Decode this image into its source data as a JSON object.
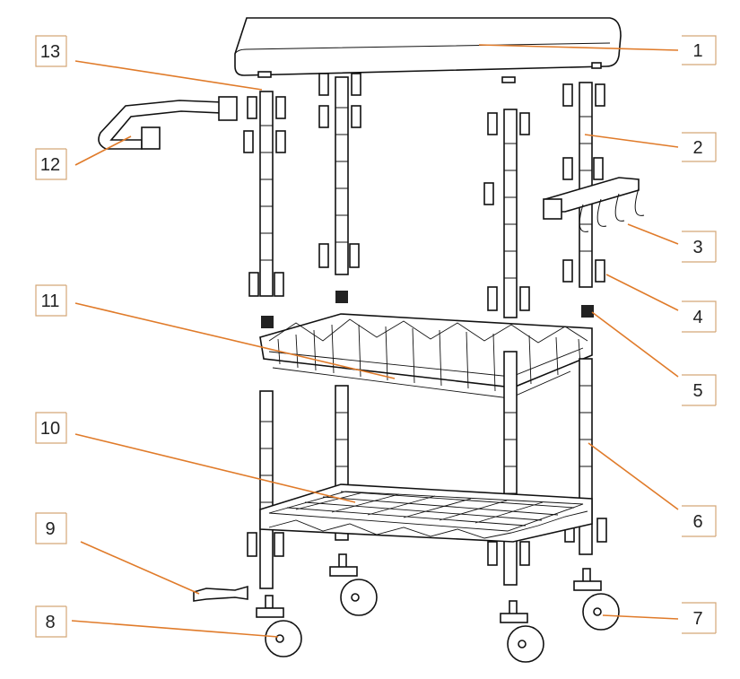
{
  "diagram": {
    "callouts": [
      {
        "number": "1",
        "part": "shelf-top-board"
      },
      {
        "number": "2",
        "part": "post"
      },
      {
        "number": "3",
        "part": "hook-rack"
      },
      {
        "number": "4",
        "part": "shelf-clip"
      },
      {
        "number": "5",
        "part": "post-connector"
      },
      {
        "number": "6",
        "part": "post"
      },
      {
        "number": "7",
        "part": "caster"
      },
      {
        "number": "8",
        "part": "caster"
      },
      {
        "number": "9",
        "part": "wrench"
      },
      {
        "number": "10",
        "part": "wire-shelf"
      },
      {
        "number": "11",
        "part": "wire-basket"
      },
      {
        "number": "12",
        "part": "handle"
      },
      {
        "number": "13",
        "part": "post-cap"
      }
    ],
    "colors": {
      "leader": "#e07b2a",
      "bracket": "#d4a777",
      "line_art": "#111111",
      "label": "#222222"
    }
  }
}
